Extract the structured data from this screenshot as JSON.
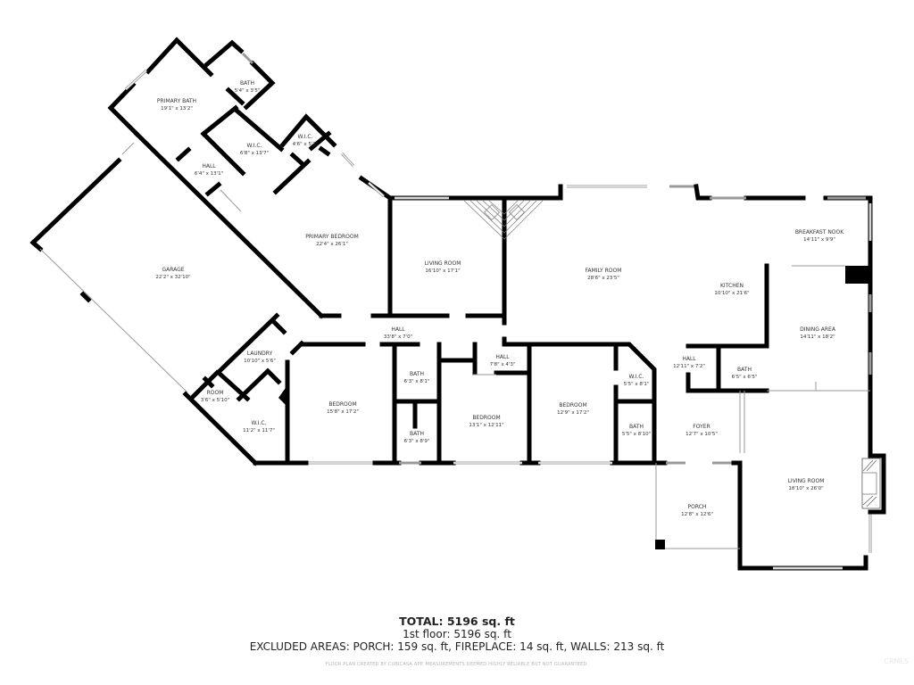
{
  "plan": {
    "rooms": [
      {
        "id": "primary-bath",
        "name": "PRIMARY BATH",
        "dims": "19'1\" x 13'2\""
      },
      {
        "id": "bath-1",
        "name": "BATH",
        "dims": "5'4\" x 3'5\""
      },
      {
        "id": "wic-1",
        "name": "W.I.C.",
        "dims": "6'8\" x 13'7\""
      },
      {
        "id": "wic-2",
        "name": "W.I.C.",
        "dims": "4'6\" x 5'3\""
      },
      {
        "id": "hall-1",
        "name": "HALL",
        "dims": "6'4\" x 13'1\""
      },
      {
        "id": "primary-bedroom",
        "name": "PRIMARY BEDROOM",
        "dims": "22'4\" x 26'1\""
      },
      {
        "id": "garage",
        "name": "GARAGE",
        "dims": "22'2\" x 32'10\""
      },
      {
        "id": "living-room-1",
        "name": "LIVING ROOM",
        "dims": "16'10\" x 17'1\""
      },
      {
        "id": "family-room",
        "name": "FAMILY ROOM",
        "dims": "28'6\" x 23'5\""
      },
      {
        "id": "breakfast-nook",
        "name": "BREAKFAST NOOK",
        "dims": "14'11\" x 9'9\""
      },
      {
        "id": "kitchen",
        "name": "KITCHEN",
        "dims": "10'10\" x 21'6\""
      },
      {
        "id": "hall-2",
        "name": "HALL",
        "dims": "33'8\" x 7'0\""
      },
      {
        "id": "dining-area",
        "name": "DINING AREA",
        "dims": "14'11\" x 18'2\""
      },
      {
        "id": "laundry",
        "name": "LAUNDRY",
        "dims": "10'10\" x 5'6\""
      },
      {
        "id": "room",
        "name": "ROOM",
        "dims": "3'6\" x 5'10\""
      },
      {
        "id": "wic-3",
        "name": "W.I.C.",
        "dims": "11'2\" x 11'7\""
      },
      {
        "id": "bedroom-1",
        "name": "BEDROOM",
        "dims": "15'8\" x 17'2\""
      },
      {
        "id": "bath-2",
        "name": "BATH",
        "dims": "6'3\" x 8'1\""
      },
      {
        "id": "bath-3",
        "name": "BATH",
        "dims": "6'3\" x 8'9\""
      },
      {
        "id": "hall-3",
        "name": "HALL",
        "dims": "7'8\" x 4'3\""
      },
      {
        "id": "bedroom-2",
        "name": "BEDROOM",
        "dims": "13'1\" x 12'11\""
      },
      {
        "id": "bedroom-3",
        "name": "BEDROOM",
        "dims": "12'9\" x 17'2\""
      },
      {
        "id": "wic-4",
        "name": "W.I.C.",
        "dims": "5'5\" x 8'1\""
      },
      {
        "id": "bath-4",
        "name": "BATH",
        "dims": "5'5\" x 8'10\""
      },
      {
        "id": "hall-4",
        "name": "HALL",
        "dims": "12'11\" x 7'2\""
      },
      {
        "id": "bath-5",
        "name": "BATH",
        "dims": "6'5\" x 6'5\""
      },
      {
        "id": "foyer",
        "name": "FOYER",
        "dims": "12'7\" x 10'5\""
      },
      {
        "id": "porch",
        "name": "PORCH",
        "dims": "12'8\" x 12'6\""
      },
      {
        "id": "living-room-2",
        "name": "LIVING ROOM",
        "dims": "18'10\" x 26'0\""
      }
    ]
  },
  "summary": {
    "total": "TOTAL: 5196 sq. ft",
    "floor": "1st floor: 5196 sq. ft",
    "excluded": "EXCLUDED AREAS: PORCH: 159 sq. ft, FIREPLACE: 14 sq. ft, WALLS: 213 sq. ft",
    "disclaimer": "FLOOR PLAN CREATED BY CUBICASA APP. MEASUREMENTS DEEMED HIGHLY RELIABLE BUT NOT GUARANTEED."
  },
  "watermark": "CRMLS"
}
